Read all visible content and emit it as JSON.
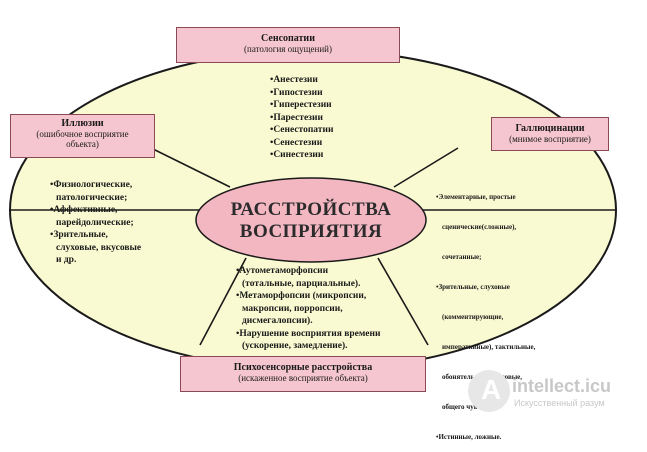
{
  "center": {
    "line1": "РАССТРОЙСТВА",
    "line2": "ВОСПРИЯТИЯ"
  },
  "top_box": {
    "title": "Сенсопатии",
    "subtitle": "(патология ощущений)"
  },
  "left_box": {
    "title": "Иллюзии",
    "subtitle_line1": "(ошибочное восприятие",
    "subtitle_line2": "объекта)"
  },
  "right_box": {
    "title": "Галлюцинации",
    "subtitle": "(мнимое восприятие)"
  },
  "bottom_box": {
    "title": "Психосенсорные расстройства",
    "subtitle": "(искаженное восприятие объекта)"
  },
  "top_list": [
    "•Анестезии",
    "•Гипостезии",
    "•Гиперестезии",
    "•Парестезии",
    "•Сенестопатии",
    "•Сенестезии",
    "•Синестезии"
  ],
  "left_list": [
    "•Физиологические,",
    "патологические;",
    "•Аффективные,",
    "парейдолические;",
    "•Зрительные,",
    "слуховые, вкусовые",
    "и др."
  ],
  "right_list": [
    "•Элементарные,   простые",
    "сценические(сложные),",
    "сочетанные;",
    "•Зрительные,    слуховые",
    "(комментирующие,",
    "императивные),  тактильные,",
    "обонятельные,    вкусовые,",
    "общего чувства;",
    "•Истинные,  ложные."
  ],
  "bottom_list": [
    "•Аутометаморфопсии",
    "(тотальные, парциальные).",
    "•Метаморфопсии (микропсии,",
    "макропсии, порропсии,",
    "дисмегалопсии).",
    "•Нарушение восприятия времени",
    "(ускорение, замедление)."
  ],
  "watermark": {
    "letter": "A",
    "name": "intellect.icu",
    "slogan": "Искусственный разум"
  },
  "colors": {
    "ellipse_fill": "#fafad2",
    "box_fill": "#f5c6cf",
    "center_fill": "#f3b7c2",
    "outline": "#1a1a1a"
  }
}
